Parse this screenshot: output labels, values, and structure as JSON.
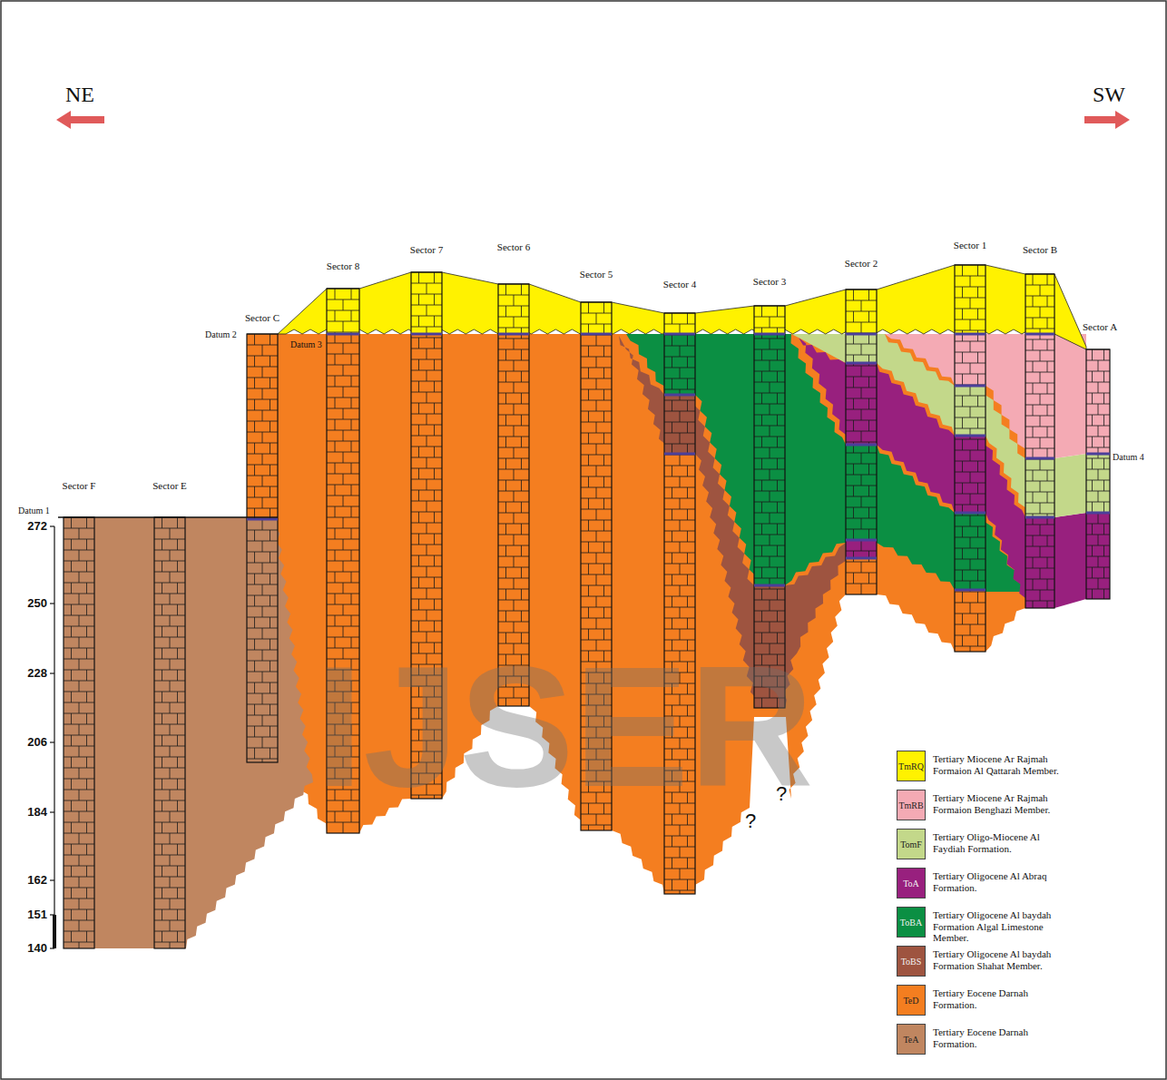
{
  "diagram": {
    "labels": [
      "NE",
      "SW",
      "Sector F",
      "Sector E",
      "Sector C",
      "Sector 8",
      "Sector 7",
      "Sector 6",
      "Sector 5",
      "Sector 4",
      "Sector 3",
      "Sector 2",
      "Sector 1",
      "Sector B",
      "Sector A",
      "Datum 1",
      "Datum 2",
      "Datum 3",
      "Datum 4",
      "272",
      "250",
      "228",
      "206",
      "184",
      "162",
      "151",
      "140",
      "?",
      "?",
      "TmRQ",
      "TmRB",
      "TomF",
      "ToA",
      "ToBA",
      "ToBS",
      "TeD",
      "TeA",
      "IJSER"
    ],
    "legend": [
      {
        "text": "Tertiary Miocene Ar Rajmah Formaion Al Qattarah Member.",
        "color": "#FFF200"
      },
      {
        "text": "Tertiary Miocene Ar Rajmah Formaion Benghazi Member.",
        "color": "#F4AAB4"
      },
      {
        "text": "Tertiary Oligo-Miocene Al Faydiah Formation.",
        "color": "#C3D88A"
      },
      {
        "text": "Tertiary Oligocene Al Abraq Formation.",
        "color": "#98207E"
      },
      {
        "text": "Tertiary Oligocene Al baydah Formation Algal Limestone Member.",
        "color": "#0B8F43"
      },
      {
        "text": "Tertiary Oligocene Al baydah Formation Shahat Member.",
        "color": "#9E5440"
      },
      {
        "text": "Tertiary Eocene Darnah Formation.",
        "color": "#F47E20"
      },
      {
        "text": "Tertiary Eocene Darnah Formation.",
        "color": "#C08660"
      }
    ]
  }
}
